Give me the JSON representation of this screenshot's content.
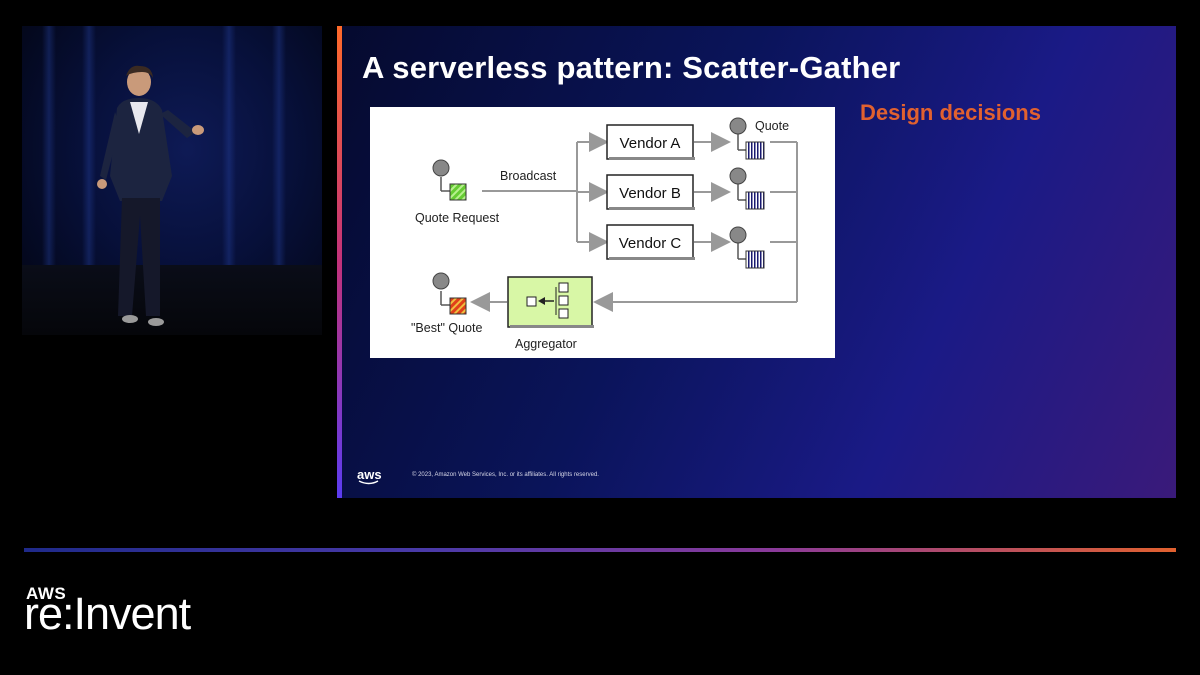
{
  "slide": {
    "title": "A serverless pattern: Scatter-Gather",
    "design_decisions": "Design decisions",
    "aws_logo": "aws",
    "copyright": "© 2023, Amazon Web Services, Inc. or its affiliates. All rights reserved."
  },
  "diagram": {
    "broadcast_label": "Broadcast",
    "quote_label": "Quote",
    "quote_request_label": "Quote Request",
    "vendors": [
      "Vendor A",
      "Vendor B",
      "Vendor C"
    ],
    "best_quote_label": "\"Best\" Quote",
    "aggregator_label": "Aggregator"
  },
  "brand": {
    "aws": "AWS",
    "reinvent": "re:Invent"
  },
  "colors": {
    "accent": "#e1612f",
    "aggregator_fill": "#d8f7a6",
    "request_fill": "#66cc33",
    "best_fill": "#e0401a"
  }
}
